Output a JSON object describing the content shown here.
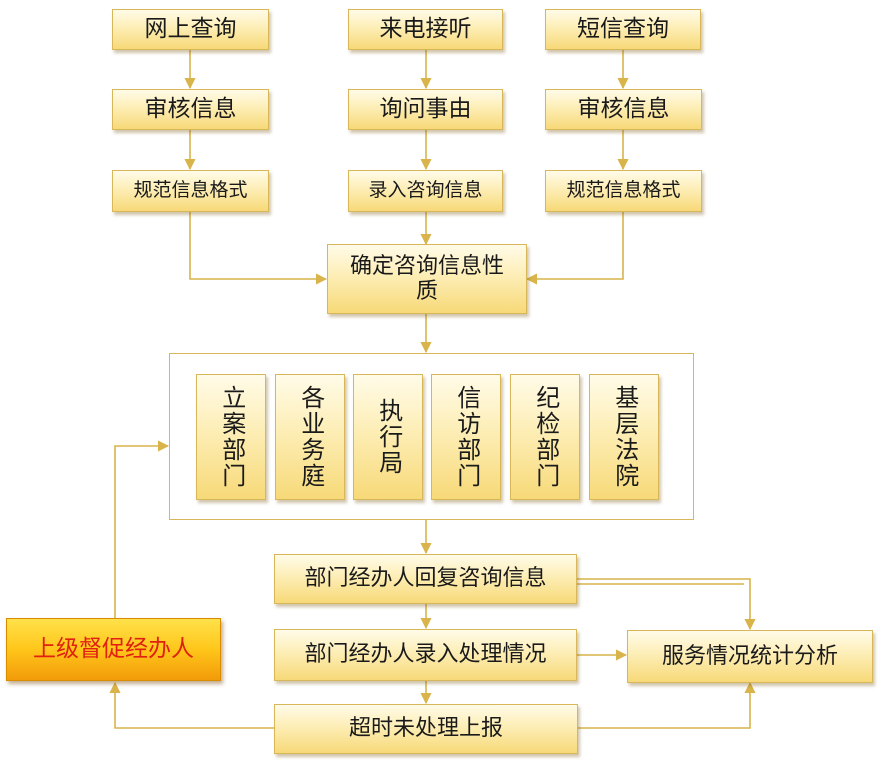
{
  "channels": {
    "web": [
      "网上查询",
      "审核信息",
      "规范信息格式"
    ],
    "phone": [
      "来电接听",
      "询问事由",
      "录入咨询信息"
    ],
    "sms": [
      "短信查询",
      "审核信息",
      "规范信息格式"
    ]
  },
  "confirm_nature": "确定咨询信息性质",
  "departments": [
    "立案部门",
    "各业务庭",
    "执行局",
    "信访部门",
    "纪检部门",
    "基层法院"
  ],
  "reply": "部门经办人回复咨询信息",
  "record_handling": "部门经办人录入处理情况",
  "overdue_report": "超时未处理上报",
  "statistics": "服务情况统计分析",
  "supervise": "上级督促经办人",
  "colors": {
    "box_fill_top": "#fffbe8",
    "box_fill_bottom": "#f7d978",
    "border": "#d8b65a",
    "connector": "#d9b44a",
    "urge_fill": "#ffc61a",
    "urge_text": "#e02010"
  }
}
